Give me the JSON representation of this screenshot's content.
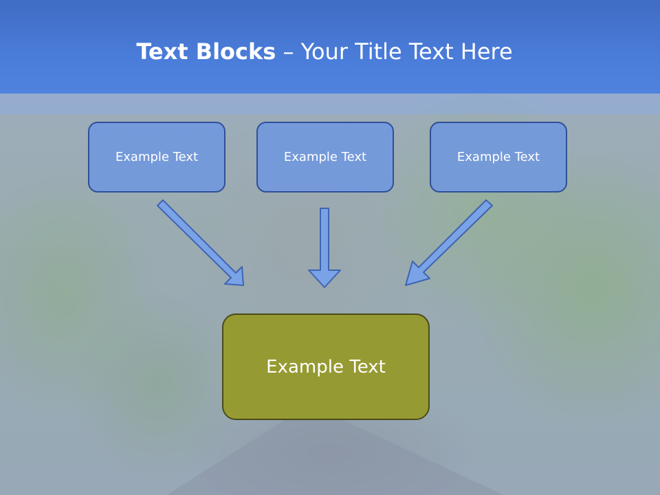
{
  "slide": {
    "title_bold": "Text Blocks",
    "title_dash": " – ",
    "title_rest": "Your Title Text Here"
  },
  "diagram": {
    "top_boxes": [
      {
        "label": "Example Text"
      },
      {
        "label": "Example Text"
      },
      {
        "label": "Example Text"
      }
    ],
    "bottom_box": {
      "label": "Example Text"
    }
  },
  "colors": {
    "header": "#4a7cd9",
    "top_box_fill": "#6e96e1",
    "top_box_border": "#2f4f97",
    "bottom_box_fill": "#969a32",
    "bottom_box_border": "#4a4b18",
    "arrow_fill": "#7aa2e6",
    "arrow_stroke": "#3f64b0"
  }
}
